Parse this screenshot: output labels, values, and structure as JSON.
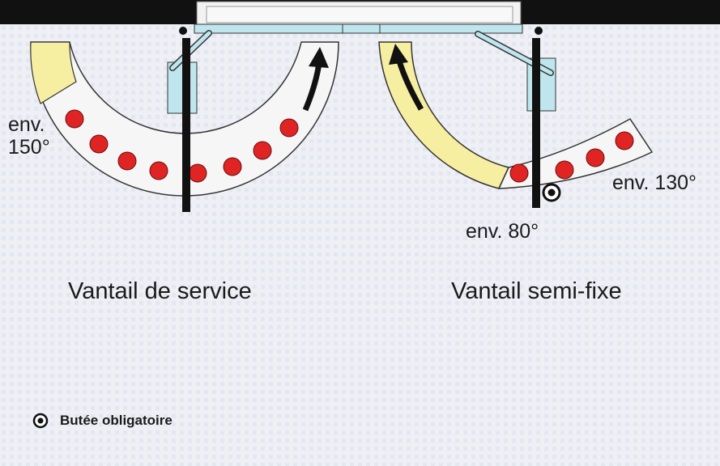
{
  "labels": {
    "service_angle": "env. 150°",
    "semi_angle_80": "env. 80°",
    "semi_angle_130": "env. 130°",
    "service_caption": "Vantail de service",
    "semi_caption": "Vantail semi-fixe",
    "legend": "Butée obligatoire"
  },
  "colors": {
    "frame": "#111111",
    "fitting": "#bfe6ee",
    "arc_light": "#f6f6f6",
    "arc_yellow": "#f6eea0",
    "dot": "#e02424",
    "arrow": "#111111"
  }
}
